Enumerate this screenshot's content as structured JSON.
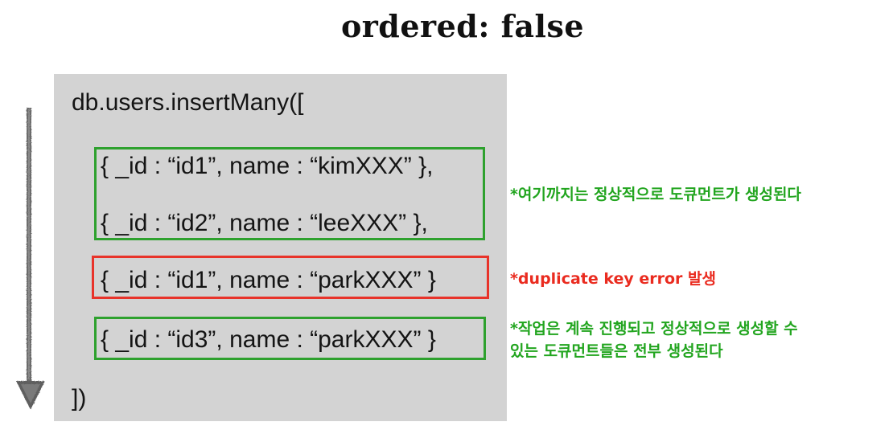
{
  "title": "ordered: false",
  "code": {
    "open": "db.users.insertMany([",
    "doc1": "{ _id : “id1”, name : “kimXXX” },",
    "doc2": "{ _id : “id2”, name : “leeXXX” },",
    "doc3": "{ _id : “id1”, name : “parkXXX” }",
    "doc4": "{ _id : “id3”, name : “parkXXX” }",
    "close": "])"
  },
  "notes": {
    "success": "*여기까지는 정상적으로 도큐먼트가 생성된다",
    "error": "*duplicate key error 발생",
    "continue_line1": "*작업은 계속 진행되고 정상적으로 생성할 수",
    "continue_line2": "있는 도큐먼트들은 전부 생성된다"
  },
  "colors": {
    "panel": "#d3d3d3",
    "success": "#2ea12e",
    "error": "#e8332a",
    "arrow": "#6a6a6a"
  },
  "icons": {
    "flow": "down-arrow-icon"
  }
}
